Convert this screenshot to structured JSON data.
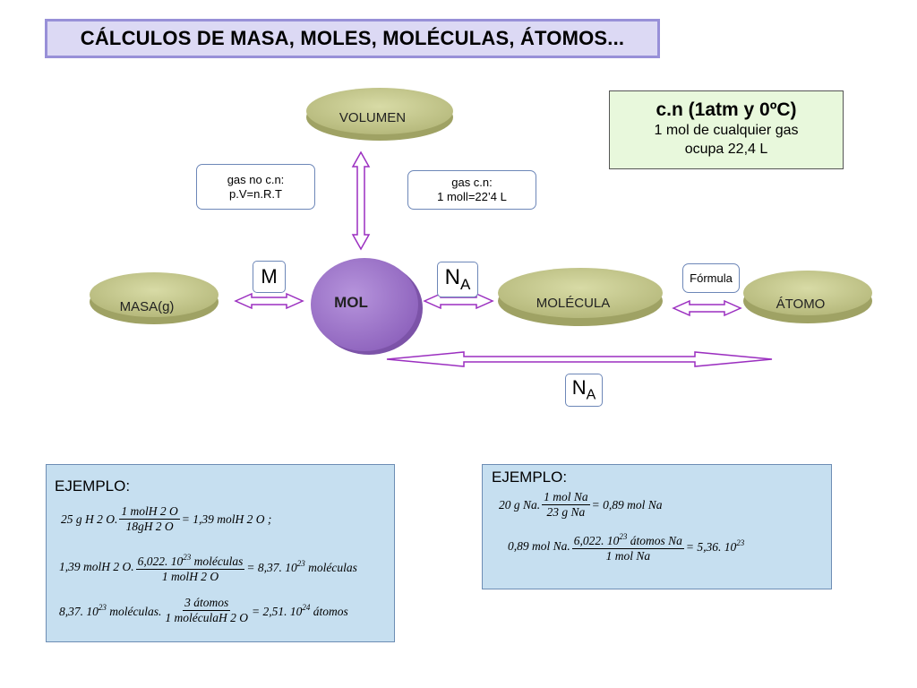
{
  "title": "CÁLCULOS DE MASA, MOLES, MOLÉCULAS, ÁTOMOS...",
  "cn_box": {
    "heading": "c.n (1atm y 0ºC)",
    "line1": "1 mol de cualquier gas",
    "line2": "ocupa 22,4 L"
  },
  "nodes": {
    "volumen": "VOLUMEN",
    "masa": "MASA(g)",
    "mol": "MOL",
    "molecula": "MOLÉCULA",
    "atomo": "ÁTOMO"
  },
  "callouts": {
    "gas_no_cn": {
      "line1": "gas no c.n:",
      "line2": "p.V=n.R.T"
    },
    "gas_cn": {
      "line1": "gas c.n:",
      "line2": "1 moll=22’4 L"
    },
    "formula": "Fórmula"
  },
  "symbols": {
    "m": "M",
    "na_base": "N",
    "na_sub": "A"
  },
  "example1": {
    "heading": "EJEMPLO:",
    "eq1": {
      "lhs": "25 g H 2 O.",
      "num": "1 molH 2 O",
      "den": "18gH 2 O",
      "rhs": "= 1,39 molH 2 O ;"
    },
    "eq2": {
      "lhs": "1,39 molH 2 O.",
      "num_a": "6,022. 10",
      "num_exp": "23",
      "num_b": " moléculas",
      "den": "1 molH 2 O",
      "rhs_a": "= 8,37. 10",
      "rhs_exp": "23",
      "rhs_b": " moléculas"
    },
    "eq3": {
      "lhs_a": "8,37. 10",
      "lhs_exp": "23",
      "lhs_b": " moléculas.",
      "num": "3 átomos",
      "den": "1 moléculaH 2 O",
      "rhs_a": "= 2,51. 10",
      "rhs_exp": "24",
      "rhs_b": " átomos"
    }
  },
  "example2": {
    "heading": "EJEMPLO:",
    "eq1": {
      "lhs": "20 g Na.",
      "num": "1 mol Na",
      "den": "23 g Na",
      "rhs": "= 0,89 mol Na"
    },
    "eq2": {
      "lhs": "0,89 mol Na.",
      "num_a": "6,022. 10",
      "num_exp": "23",
      "num_b": " átomos Na",
      "den": "1 mol Na",
      "rhs_a": "= 5,36. 10",
      "rhs_exp": "23"
    }
  },
  "colors": {
    "disk_top": "#c6c98f",
    "disk_side": "#a7aa6a",
    "mol_fill": "#9f7ac9",
    "arrow": "#9b2fc0",
    "title_bg": "#dcd9f4",
    "cn_bg": "#e8f8dc",
    "example_bg": "#c6dff0"
  }
}
